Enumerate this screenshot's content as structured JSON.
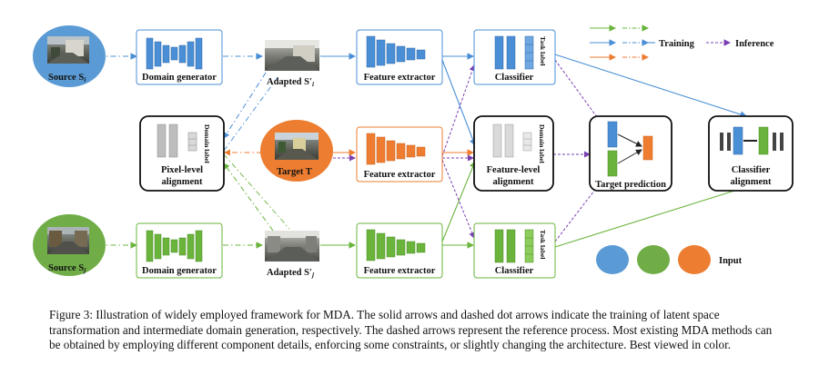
{
  "nodes": {
    "source_i": "Source S",
    "source_i_sub": "i",
    "source_j": "Source S",
    "source_j_sub": "j",
    "target": "Target T",
    "domain_gen_top": "Domain generator",
    "domain_gen_bottom": "Domain generator",
    "adapted_i": "Adapted S",
    "adapted_i_sub": "i",
    "adapted_j": "Adapted S",
    "adapted_j_sub": "j",
    "prime": "′",
    "feat_top": "Feature extractor",
    "feat_mid": "Feature extractor",
    "feat_bottom": "Feature extractor",
    "classifier_top": "Classifier",
    "classifier_bottom": "Classifier",
    "task_label": "Task label",
    "domain_label": "Domain label",
    "pixel_align_1": "Pixel-level",
    "pixel_align_2": "alignment",
    "feat_align_1": "Feature-level",
    "feat_align_2": "alignment",
    "target_pred": "Target prediction",
    "cls_align_1": "Classifier",
    "cls_align_2": "alignment"
  },
  "legend": {
    "training": "Training",
    "inference": "Inference",
    "input": "Input"
  },
  "colors": {
    "blue": "#4a8fd6",
    "blue_light": "#6fa8e0",
    "blue_dark": "#2c66a8",
    "green": "#6ab43c",
    "green_light": "#8ccc5c",
    "green_dark": "#4a8a26",
    "orange": "#ee7d31",
    "orange_light": "#f59a55",
    "orange_dark": "#c85f18",
    "gray": "#b5b5b5",
    "purple": "#7a3fb0",
    "input_blue": "#5b9bd5",
    "input_green": "#70ad47",
    "input_orange": "#ed7d31"
  },
  "caption": "Figure 3: Illustration of widely employed framework for MDA. The solid arrows and dashed dot arrows indicate the training of latent space transformation and intermediate domain generation, respectively. The dashed arrows represent the reference process. Most existing MDA methods can be obtained by employing different component details, enforcing some constraints, or slightly changing the architecture. Best viewed in color."
}
